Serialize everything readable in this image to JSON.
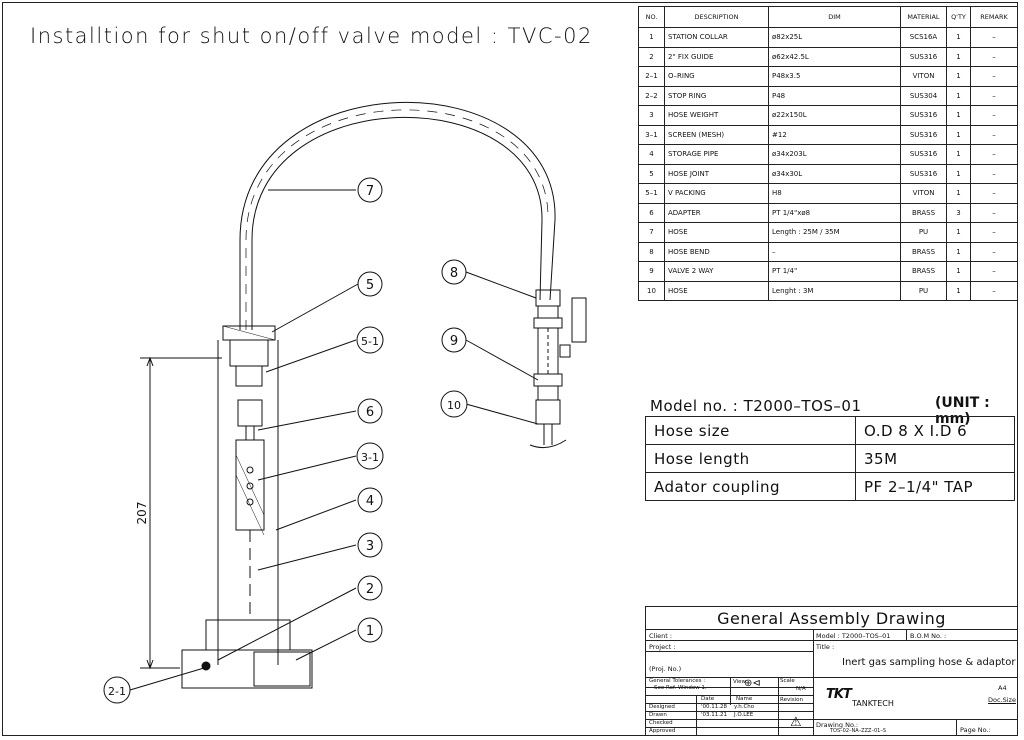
{
  "title": "Installtion for shut on/off valve model : TVC-02",
  "parts_table": {
    "headers": [
      "NO.",
      "DESCRIPTION",
      "DIM",
      "MATERIAL",
      "Q'TY",
      "REMARK"
    ],
    "rows": [
      [
        "1",
        "STATION COLLAR",
        "ø82x25L",
        "SCS16A",
        "1",
        "–"
      ],
      [
        "2",
        "2\" FIX GUIDE",
        "ø62x42.5L",
        "SUS316",
        "1",
        "–"
      ],
      [
        "2–1",
        "O–RING",
        "P48x3.5",
        "VITON",
        "1",
        "–"
      ],
      [
        "2–2",
        "STOP RING",
        "P48",
        "SUS304",
        "1",
        "–"
      ],
      [
        "3",
        "HOSE WEIGHT",
        "ø22x150L",
        "SUS316",
        "1",
        "–"
      ],
      [
        "3–1",
        "SCREEN (MESH)",
        "#12",
        "SUS316",
        "1",
        "–"
      ],
      [
        "4",
        "STORAGE PIPE",
        "ø34x203L",
        "SUS316",
        "1",
        "–"
      ],
      [
        "5",
        "HOSE JOINT",
        "ø34x30L",
        "SUS316",
        "1",
        "–"
      ],
      [
        "5–1",
        "V PACKING",
        "H8",
        "VITON",
        "1",
        "–"
      ],
      [
        "6",
        "ADAPTER",
        "PT 1/4\"xø8",
        "BRASS",
        "3",
        "–"
      ],
      [
        "7",
        "HOSE",
        "Length : 25M / 35M",
        "PU",
        "1",
        "–"
      ],
      [
        "8",
        "HOSE BEND",
        "–",
        "BRASS",
        "1",
        "–"
      ],
      [
        "9",
        "VALVE 2 WAY",
        "PT 1/4\"",
        "BRASS",
        "1",
        "–"
      ],
      [
        "10",
        "HOSE",
        "Lenght : 3M",
        "PU",
        "1",
        "–"
      ]
    ]
  },
  "spec": {
    "model_line": "Model no. : T2000–TOS–01",
    "unit": "(UNIT : mm)",
    "rows": [
      [
        "Hose size",
        "O.D 8 X I.D 6"
      ],
      [
        "Hose length",
        "35M"
      ],
      [
        "Adator coupling",
        "PF 2–1/4\" TAP"
      ]
    ]
  },
  "title_block": {
    "heading": "General Assembly Drawing",
    "client": "Client :",
    "project": "Project :",
    "proj_no": "(Proj. No.)",
    "model": "Model : T2000–TOS–01",
    "bom": "B.O.M No. :",
    "title_label": "Title :",
    "title_text": "Inert gas sampling hose & adaptor",
    "tolerances": "General Tolerances :",
    "see_ref": "See Ref. Window 1.",
    "view": "View",
    "scale": "Scale",
    "scale_val": "N/A",
    "revision": "Revision",
    "date_h": "Date",
    "name_h": "Name",
    "designed": "Designed",
    "designed_date": "'00.11.28",
    "designed_name": "y.h.Cho",
    "drawn": "Drawn",
    "drawn_date": "'03.11.21",
    "drawn_name": "J.O.LEE",
    "checked": "Checked",
    "approved": "Approved",
    "company": "TANKTECH",
    "logo": "TKT",
    "size": "A4",
    "doc_size": "Doc.Size",
    "drawing_no_label": "Drawing No.:",
    "drawing_no": "TOS–02–NA–ZZZ–01–S",
    "page_no": "Page No.:"
  },
  "callouts": [
    "7",
    "5",
    "5-1",
    "6",
    "3-1",
    "4",
    "3",
    "2",
    "1",
    "2-1",
    "8",
    "9",
    "10"
  ],
  "dimension": "207"
}
